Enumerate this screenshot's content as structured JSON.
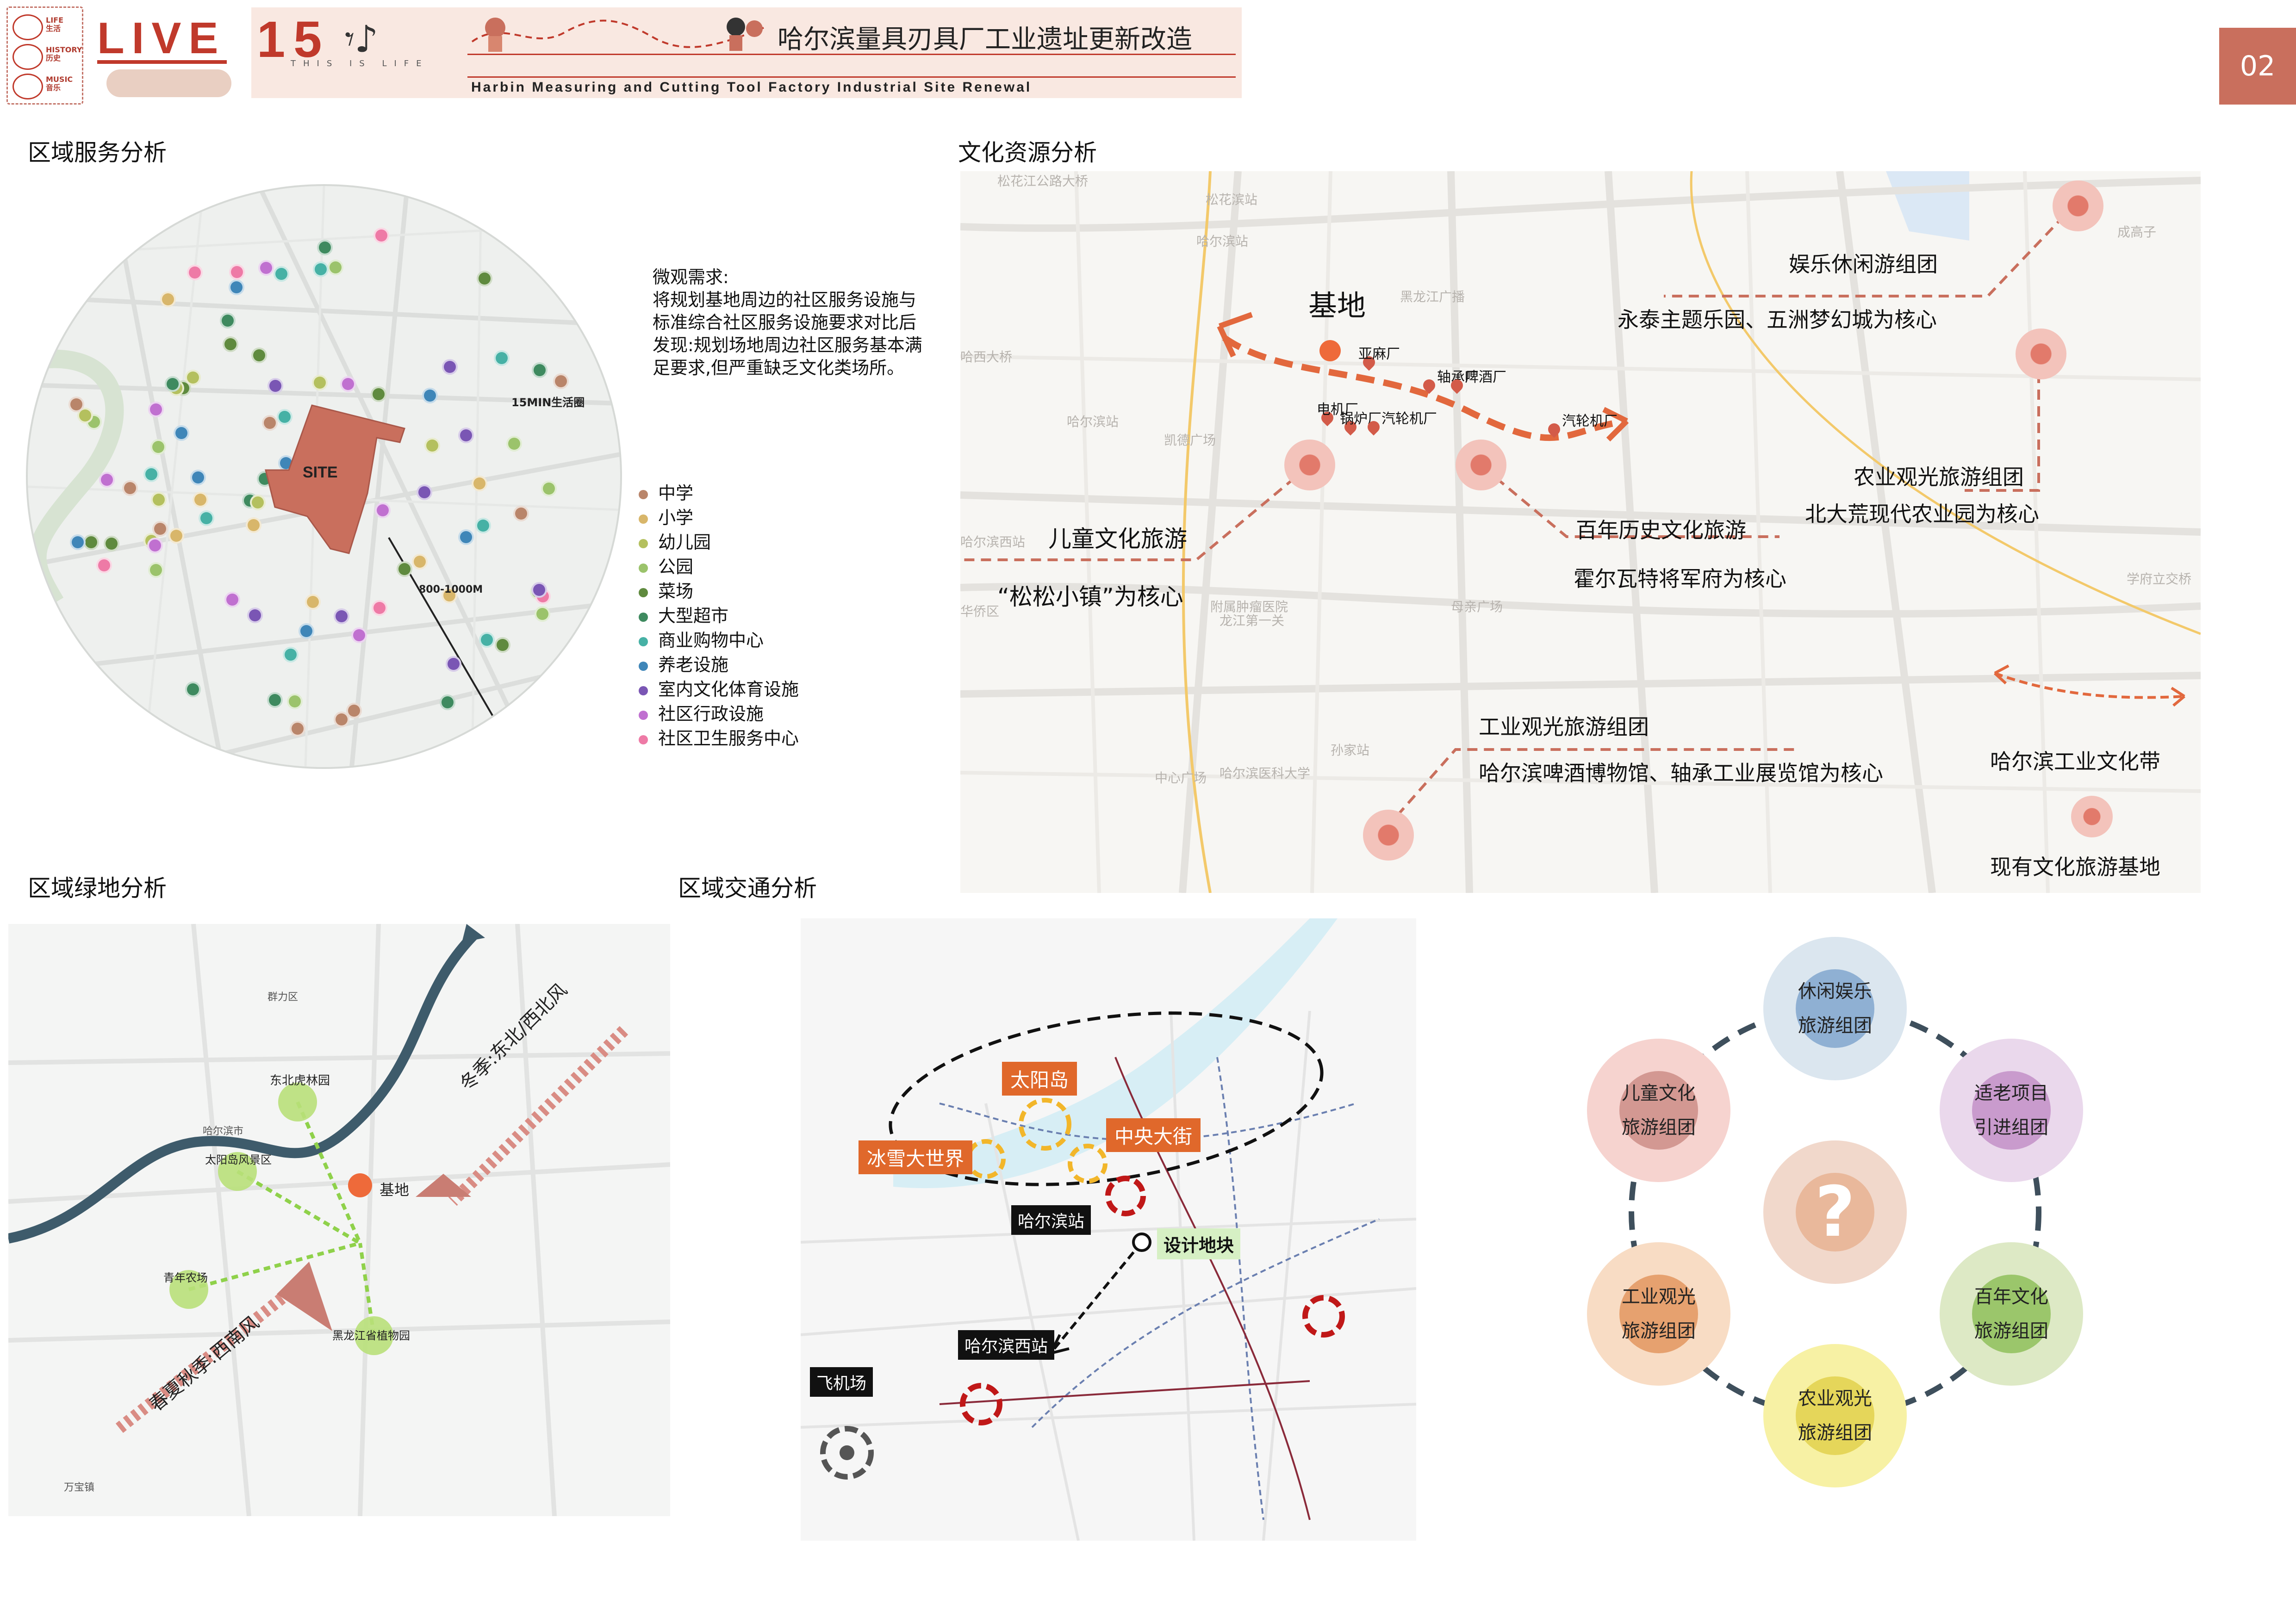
{
  "header": {
    "logo_word": "LIVE",
    "icon_labels": [
      {
        "en": "LIFE",
        "zh": "生活"
      },
      {
        "en": "HISTORY",
        "zh": "历史"
      },
      {
        "en": "MUSIC",
        "zh": "音乐"
      }
    ],
    "number": "15",
    "notes": "𝄾♪",
    "subtitle": "THIS IS LIFE",
    "title_zh": "哈尔滨量具刃具厂工业遗址更新改造",
    "title_en": "Harbin Measuring and Cutting Tool Factory Industrial Site Renewal",
    "page_number": "02"
  },
  "service": {
    "title": "区域服务分析",
    "ring_label": "15MIN生活圈",
    "radius_label": "800-1000M",
    "site_label": "SITE",
    "note_title": "微观需求:",
    "note_body": "将规划基地周边的社区服务设施与标准综合社区服务设施要求对比后发现:规划场地周边社区服务基本满足要求,但严重缺乏文化类场所。",
    "legend": [
      {
        "label": "中学",
        "color": "#b9856a"
      },
      {
        "label": "小学",
        "color": "#d8b66a"
      },
      {
        "label": "幼儿园",
        "color": "#b4c05e"
      },
      {
        "label": "公园",
        "color": "#9bc36b"
      },
      {
        "label": "菜场",
        "color": "#5f8a3e"
      },
      {
        "label": "大型超市",
        "color": "#3e8a5f"
      },
      {
        "label": "商业购物中心",
        "color": "#46b1a5"
      },
      {
        "label": "养老设施",
        "color": "#3f86b8"
      },
      {
        "label": "室内文化体育设施",
        "color": "#7a56b4"
      },
      {
        "label": "社区行政设施",
        "color": "#c070d0"
      },
      {
        "label": "社区卫生服务中心",
        "color": "#ee7aa6"
      }
    ]
  },
  "culture": {
    "title": "文化资源分析",
    "site_label": "基地",
    "factories": [
      "亚麻厂",
      "轴承厂",
      "啤酒厂",
      "电机厂",
      "锅炉厂",
      "汽轮机厂",
      "汽轮机厂"
    ],
    "groups": [
      {
        "name": "娱乐休闲游组团",
        "core": "永泰主题乐园、五洲梦幻城为核心"
      },
      {
        "name": "农业观光旅游组团",
        "core": "北大荒现代农业园为核心"
      },
      {
        "name": "儿童文化旅游",
        "core": "“松松小镇”为核心"
      },
      {
        "name": "百年历史文化旅游",
        "core": "霍尔瓦特将军府为核心"
      },
      {
        "name": "工业观光旅游组团",
        "core": "哈尔滨啤酒博物馆、轴承工业展览馆为核心"
      }
    ],
    "legend": [
      {
        "label": "哈尔滨工业文化带"
      },
      {
        "label": "现有文化旅游基地"
      }
    ],
    "map_labels": [
      "松花江公路大桥",
      "松花滨站",
      "哈尔滨站",
      "黑龙江广播",
      "哈尔滨站",
      "凯德广场",
      "哈西大桥",
      "哈尔滨西站",
      "哈尔滨医科大学",
      "附属肿瘤医院",
      "龙江第一关",
      "华侨区",
      "成高子",
      "学府立交桥",
      "中心广场",
      "孙家站",
      "母亲广场"
    ]
  },
  "green": {
    "title": "区域绿地分析",
    "parks": [
      "东北虎林园",
      "太阳岛风景区",
      "青年农场",
      "黑龙江省植物园"
    ],
    "site_label": "基地",
    "winter_wind": "冬季:东北/西北风",
    "summer_wind": "春夏秋季:西南风",
    "map_labels": [
      "哈尔滨市",
      "万宝镇",
      "群力区"
    ]
  },
  "traffic": {
    "title": "区域交通分析",
    "places": [
      "太阳岛",
      "冰雪大世界",
      "中央大街"
    ],
    "stations": [
      "哈尔滨站",
      "哈尔滨西站",
      "飞机场"
    ],
    "site_label": "设计地块"
  },
  "clusters": {
    "center": "?",
    "items": [
      {
        "line1": "休闲娱乐",
        "line2": "旅游组团",
        "outer": "#dbe6ef",
        "inner": "#8fb0d3"
      },
      {
        "line1": "适老项目",
        "line2": "引进组团",
        "outer": "#ead8ec",
        "inner": "#c99bcd"
      },
      {
        "line1": "百年文化",
        "line2": "旅游组团",
        "outer": "#dde9c5",
        "inner": "#9bc66b"
      },
      {
        "line1": "农业观光",
        "line2": "旅游组团",
        "outer": "#f7f1a4",
        "inner": "#e5d65a"
      },
      {
        "line1": "工业观光",
        "line2": "旅游组团",
        "outer": "#f8dcc4",
        "inner": "#e6a16f"
      },
      {
        "line1": "儿童文化",
        "line2": "旅游组团",
        "outer": "#f6d3cf",
        "inner": "#d39892"
      }
    ],
    "center_outer": "#f1d8cb",
    "center_inner": "#e9b89b"
  }
}
